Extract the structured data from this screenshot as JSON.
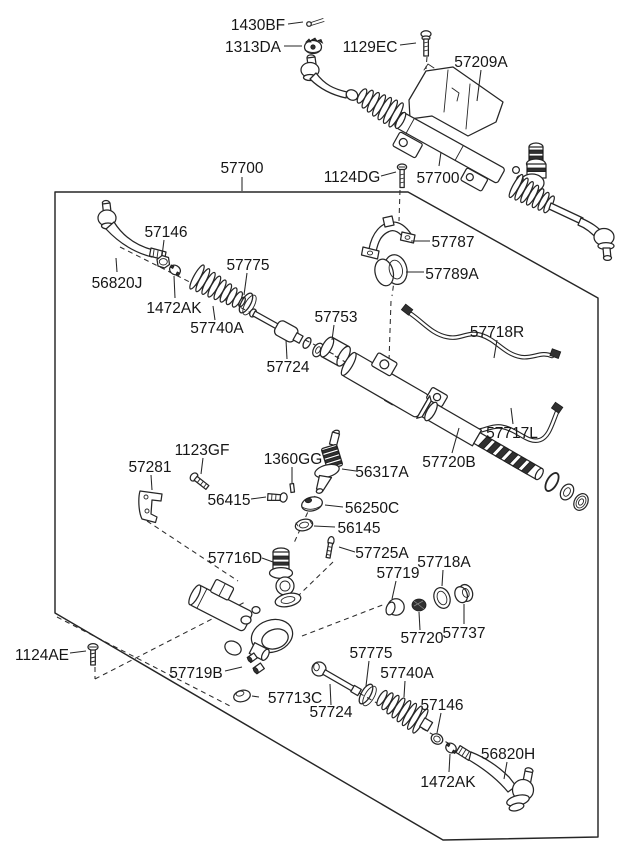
{
  "diagram": {
    "type": "exploded-parts-diagram",
    "subject": "power steering gear box assembly",
    "background_color": "#ffffff",
    "line_color": "#262626",
    "labels": [
      {
        "text": "1430BF"
      },
      {
        "text": "1313DA"
      },
      {
        "text": "1129EC"
      },
      {
        "text": "57209A"
      },
      {
        "text": "57700"
      },
      {
        "text": "1124DG"
      },
      {
        "text": "57700"
      },
      {
        "text": "57146"
      },
      {
        "text": "56820J"
      },
      {
        "text": "1472AK"
      },
      {
        "text": "57740A"
      },
      {
        "text": "57775"
      },
      {
        "text": "57753"
      },
      {
        "text": "57724"
      },
      {
        "text": "57787"
      },
      {
        "text": "57789A"
      },
      {
        "text": "57718R"
      },
      {
        "text": "57717L"
      },
      {
        "text": "57720B"
      },
      {
        "text": "57281"
      },
      {
        "text": "1123GF"
      },
      {
        "text": "1360GG"
      },
      {
        "text": "56317A"
      },
      {
        "text": "56415"
      },
      {
        "text": "56250C"
      },
      {
        "text": "56145"
      },
      {
        "text": "57716D"
      },
      {
        "text": "57725A"
      },
      {
        "text": "57719"
      },
      {
        "text": "57718A"
      },
      {
        "text": "57720"
      },
      {
        "text": "57737"
      },
      {
        "text": "1124AE"
      },
      {
        "text": "57719B"
      },
      {
        "text": "57713C"
      },
      {
        "text": "57724"
      },
      {
        "text": "57775"
      },
      {
        "text": "57740A"
      },
      {
        "text": "57146"
      },
      {
        "text": "1472AK"
      },
      {
        "text": "56820H"
      }
    ]
  }
}
